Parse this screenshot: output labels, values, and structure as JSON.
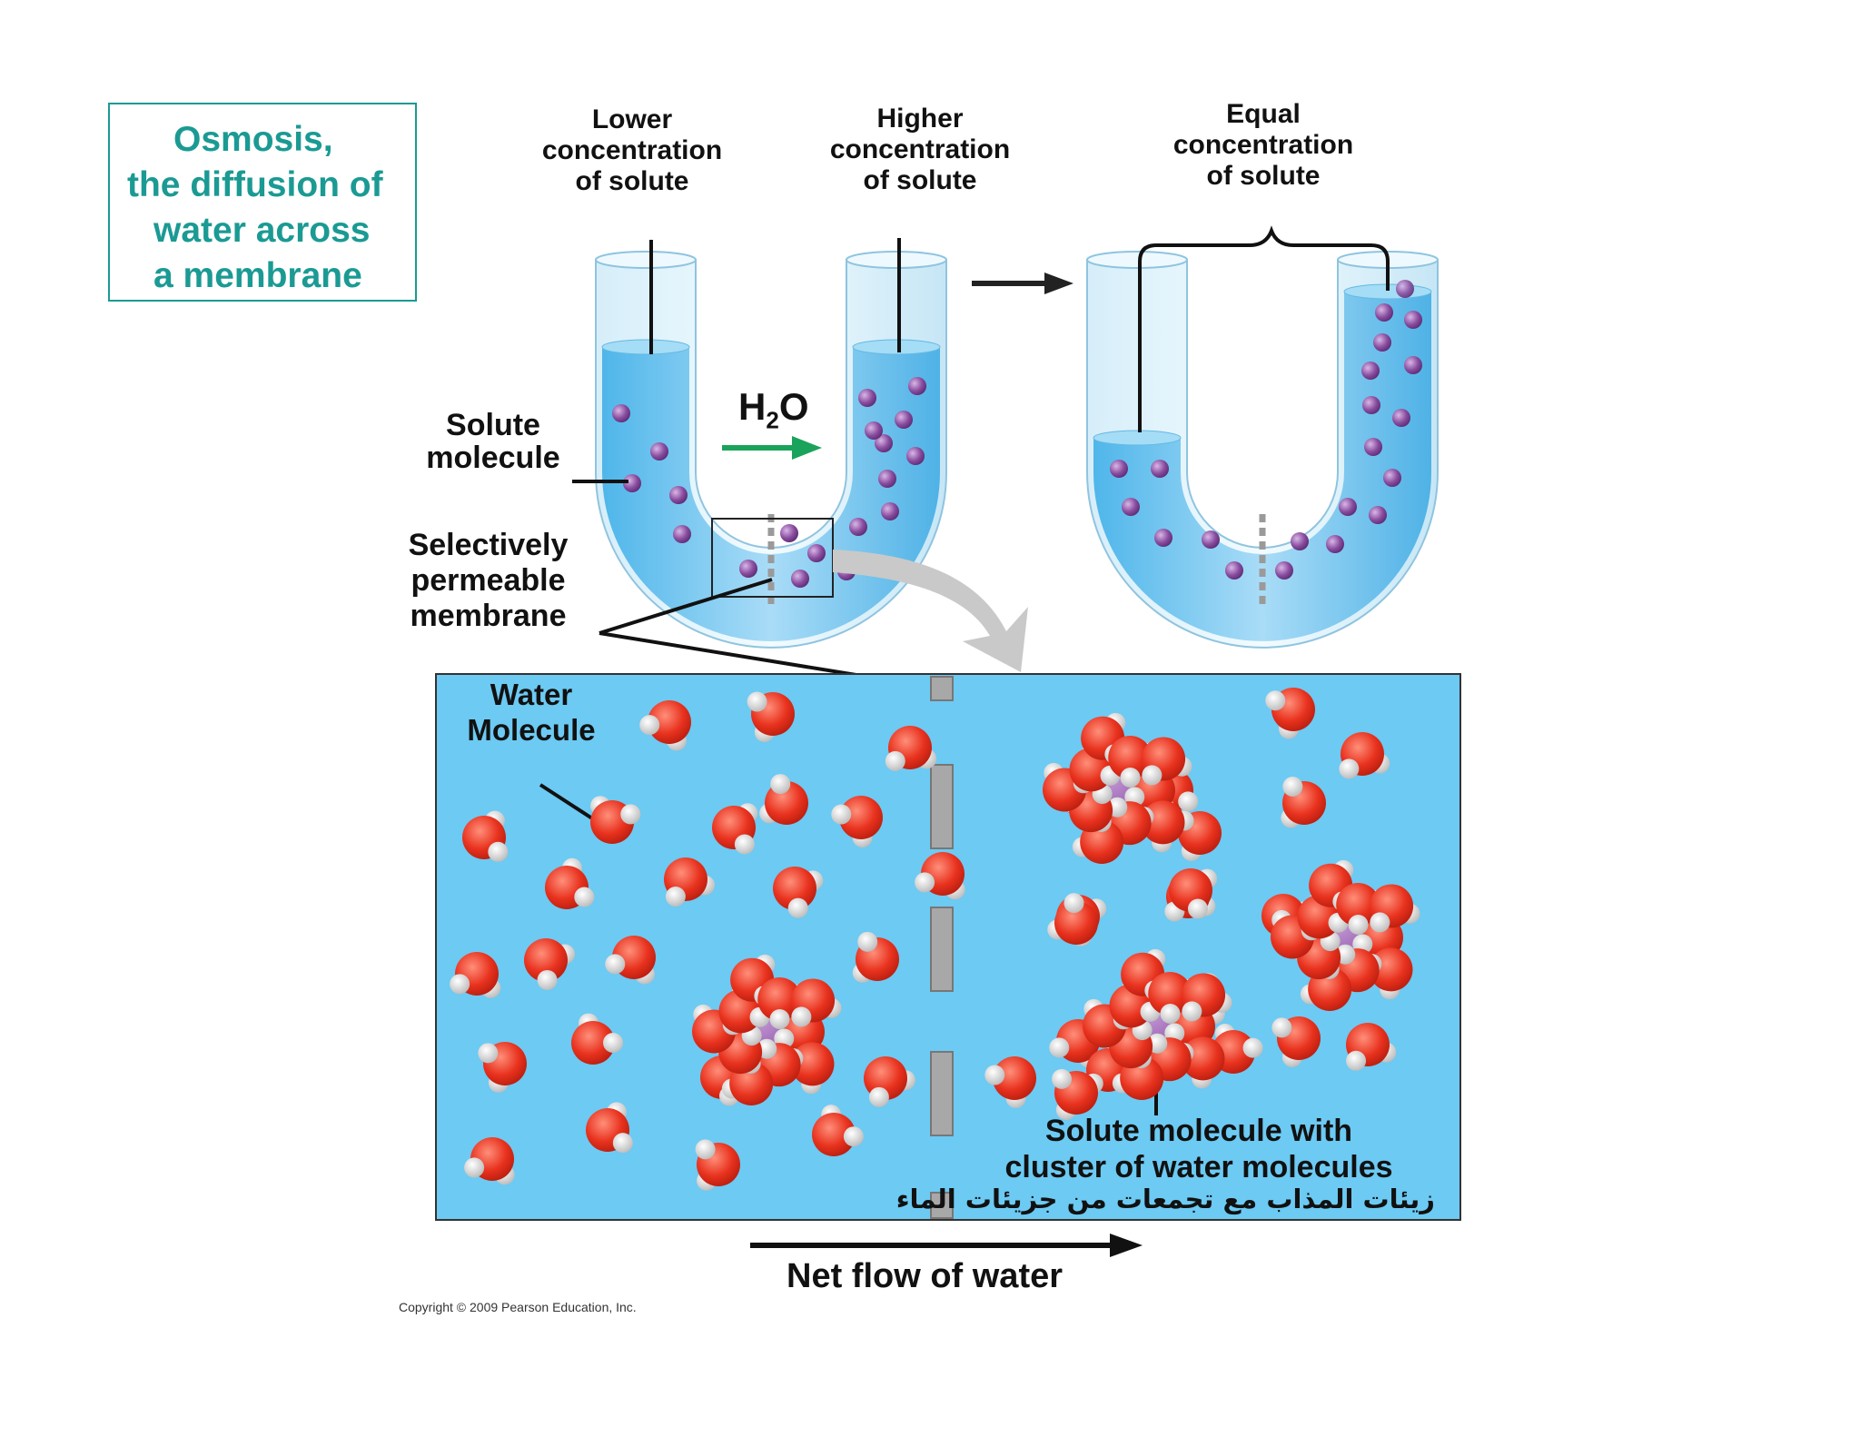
{
  "title_box": {
    "lines": [
      "Osmosis,",
      "the diffusion of",
      "water across",
      "a membrane"
    ],
    "color": "#1b9a94"
  },
  "top_labels": {
    "lower": [
      "Lower",
      "concentration",
      "of solute"
    ],
    "higher": [
      "Higher",
      "concentration",
      "of solute"
    ],
    "equal": [
      "Equal",
      "concentration",
      "of solute"
    ]
  },
  "side_labels": {
    "solute": [
      "Solute",
      "molecule"
    ],
    "membrane": [
      "Selectively",
      "permeable",
      "membrane"
    ]
  },
  "h2o": {
    "main": "H",
    "sub": "2",
    "tail": "O"
  },
  "panel": {
    "water_label": [
      "Water",
      "Molecule"
    ],
    "cluster_label": [
      "Solute molecule with",
      "cluster of water molecules"
    ],
    "cluster_label_arabic": "زيئات المذاب مع تجمعات من جزيئات الماء"
  },
  "net_flow_label": "Net flow of water",
  "copyright": "Copyright © 2009 Pearson Education, Inc.",
  "colors": {
    "water_fill": "#6ec6f0",
    "panel_bg": "#6ccaf3",
    "oxygen": "#e8321e",
    "hydrogen": "#dddddd",
    "solute": "#8a4ea0",
    "arrow_green": "#1aa35a",
    "membrane_grey": "#a8a8a8"
  }
}
